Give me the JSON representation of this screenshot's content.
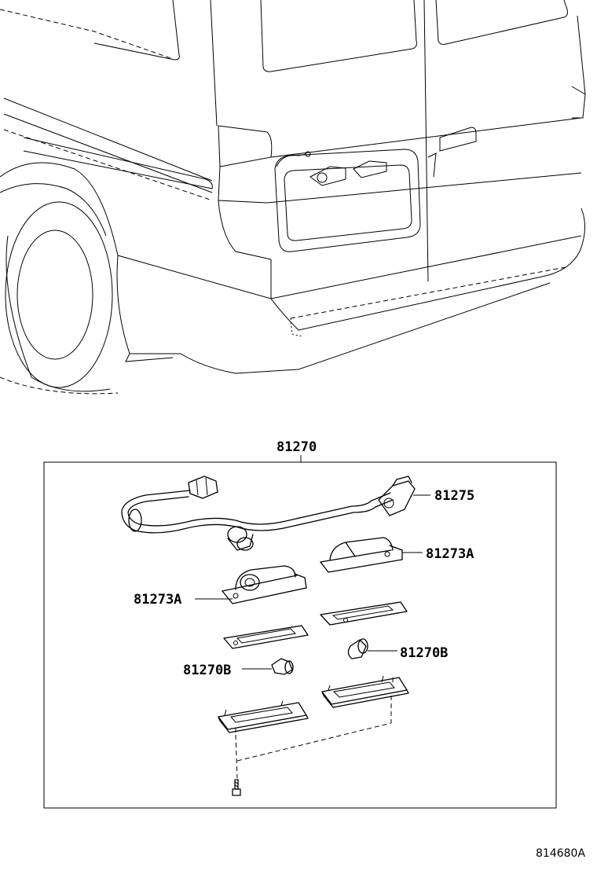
{
  "labels": {
    "assembly": "81270",
    "wire_harness": "81275",
    "lens_upper": "81273A",
    "lens_left": "81273A",
    "bulb_right": "81270B",
    "bulb_left": "81270B"
  },
  "figure_ref": "814680A"
}
